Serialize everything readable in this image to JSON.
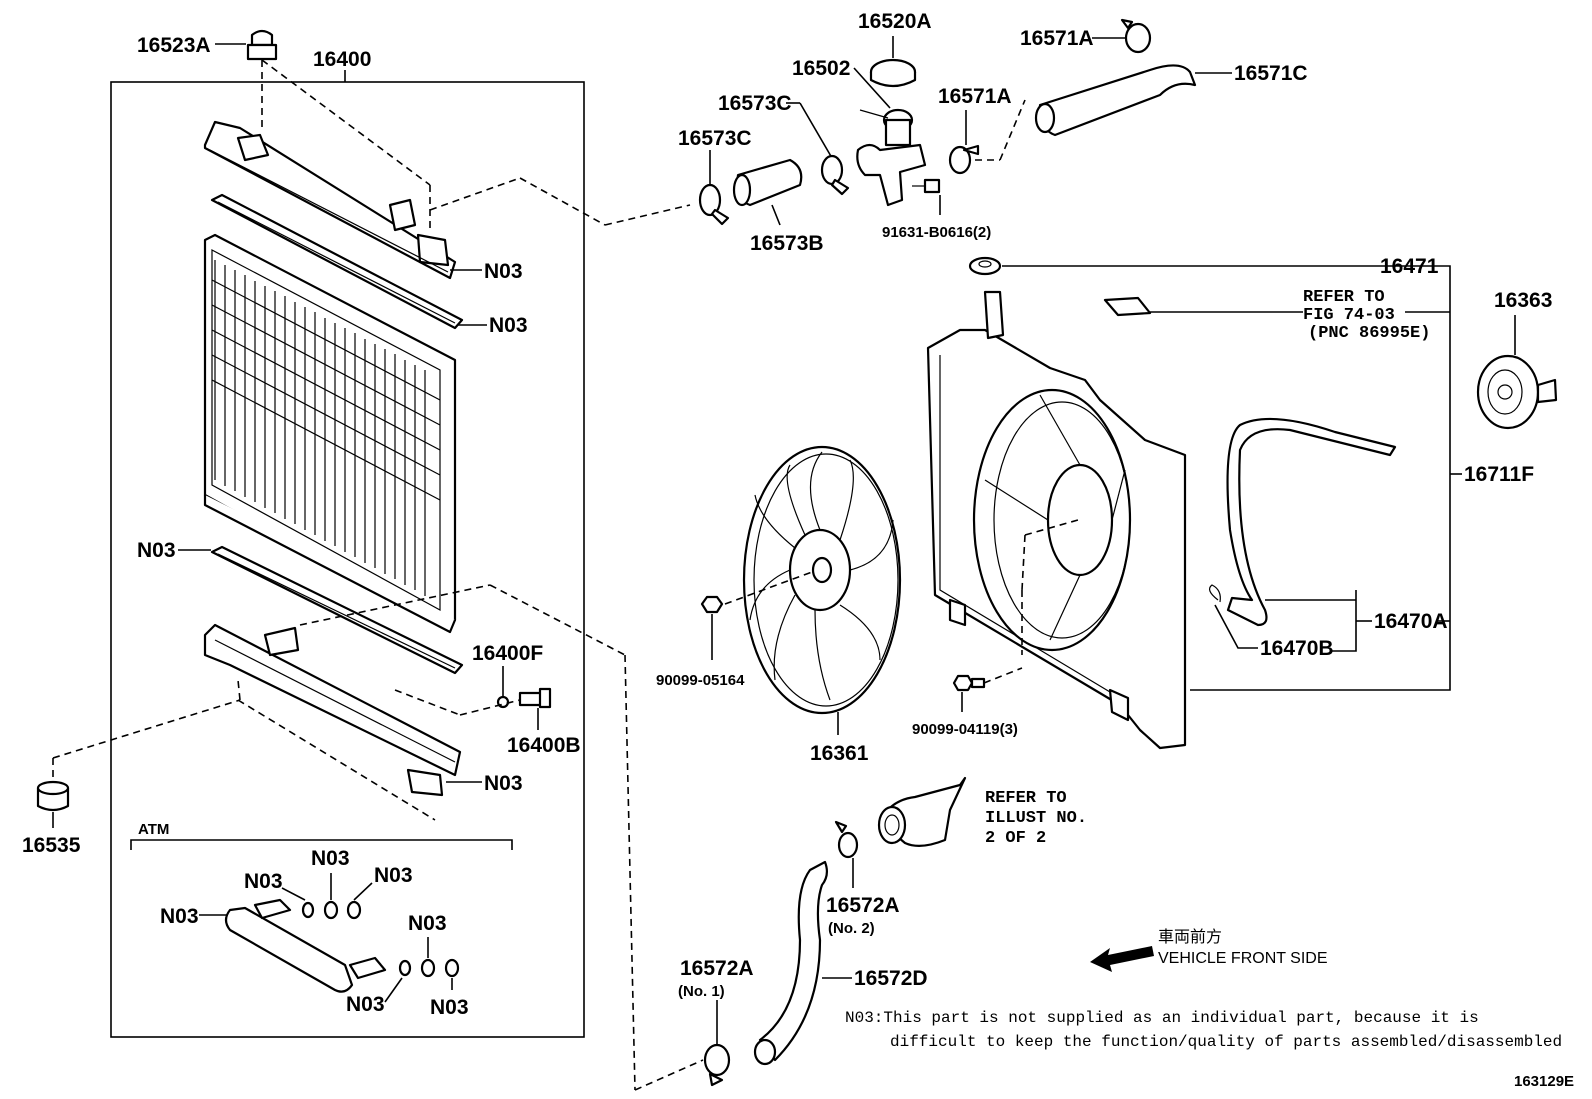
{
  "labels": {
    "p16523A": "16523A",
    "p16400": "16400",
    "p16520A": "16520A",
    "p16502": "16502",
    "p16571A_top": "16571A",
    "p16571C": "16571C",
    "p16571A_mid": "16571A",
    "p16573C_a": "16573C",
    "p16573C_b": "16573C",
    "p16573B": "16573B",
    "p91631": "91631-B0616(2)",
    "p16471": "16471",
    "p16363": "16363",
    "p16711F": "16711F",
    "p16470A": "16470A",
    "p16470B": "16470B",
    "p90099_05164": "90099-05164",
    "p16361": "16361",
    "p90099_04119": "90099-04119(3)",
    "p16400F": "16400F",
    "p16400B": "16400B",
    "p16535": "16535",
    "p16572A_2": "16572A",
    "p16572A_2_sub": "(No. 2)",
    "p16572A_1": "16572A",
    "p16572A_1_sub": "(No. 1)",
    "p16572D": "16572D",
    "n03": "N03",
    "atm": "ATM"
  },
  "refer_fig": {
    "line1": "REFER TO",
    "line2": "FIG 74-03",
    "line3": "(PNC 86995E)"
  },
  "refer_illust": {
    "line1": "REFER TO",
    "line2": "ILLUST NO.",
    "line3": "2 OF 2"
  },
  "direction": {
    "jp": "車両前方",
    "en": "VEHICLE FRONT SIDE"
  },
  "note": {
    "line1": "N03:This part is not supplied as an individual part, because it is",
    "line2": "difficult to keep the function/quality of parts assembled/disassembled"
  },
  "figure_id": "163129E"
}
